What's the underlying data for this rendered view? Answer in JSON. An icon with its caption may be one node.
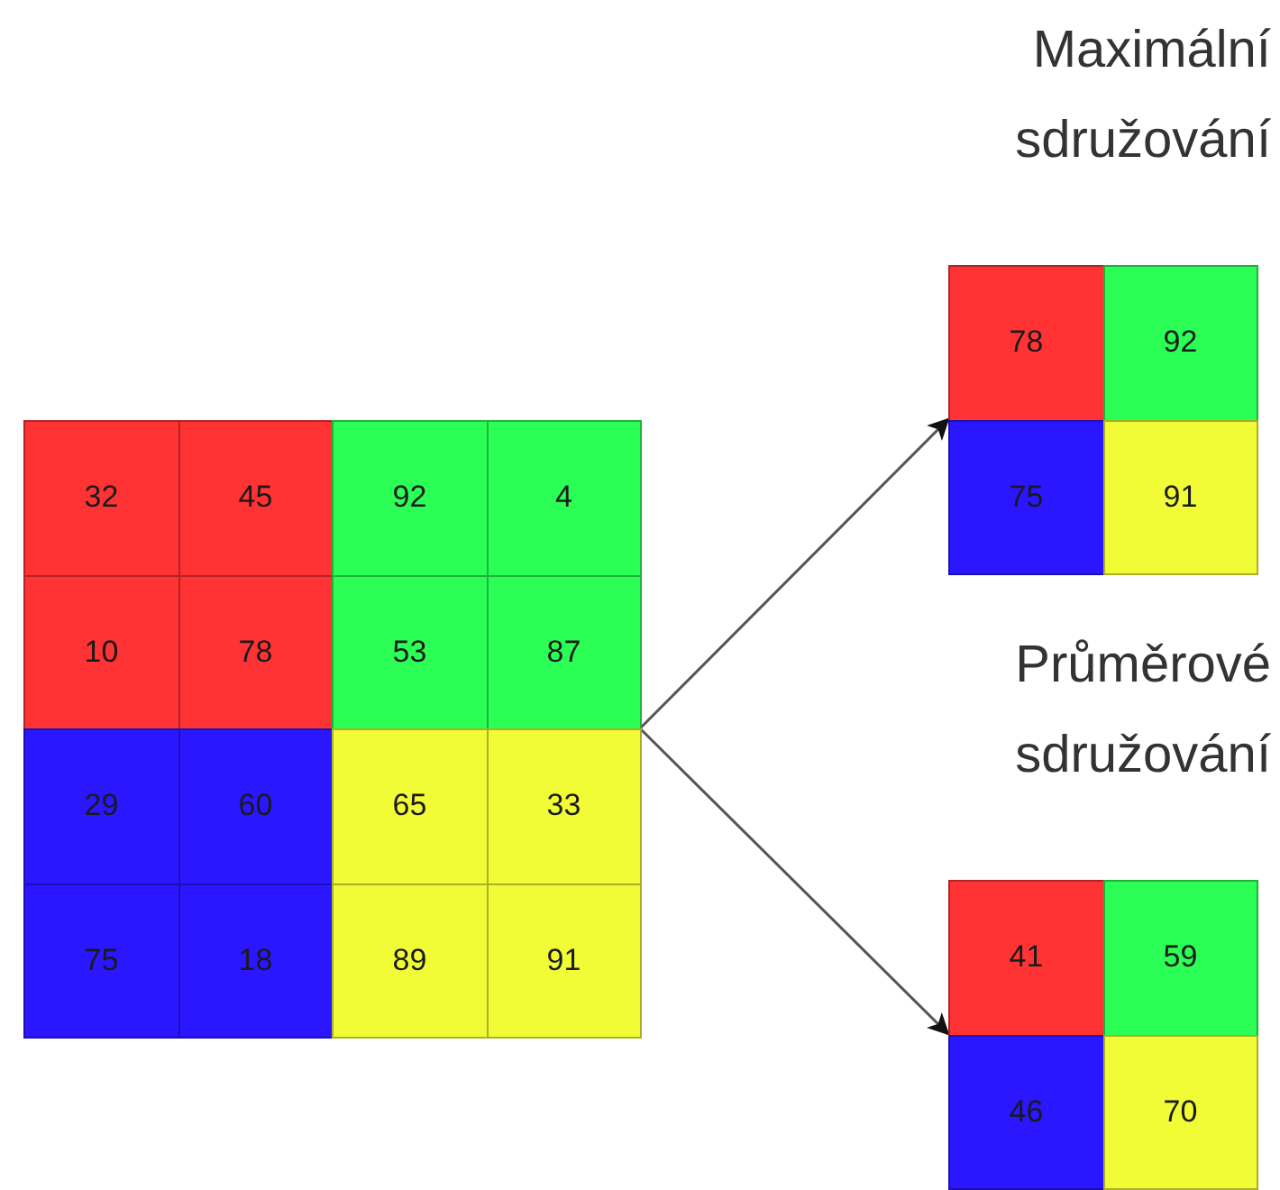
{
  "diagram": {
    "nodes": [
      {
        "text": [],
        "shape": "box"
      },
      {
        "text": [
          "32"
        ],
        "in": 0
      },
      {
        "text": [
          "45"
        ],
        "in": 0
      },
      {
        "text": [
          "92"
        ],
        "in": 0
      },
      {
        "text": [
          "4"
        ],
        "in": 0
      },
      {
        "text": [
          "10"
        ],
        "in": 0
      },
      {
        "text": [
          "78"
        ],
        "in": 0
      },
      {
        "text": [
          "53"
        ],
        "in": 0
      },
      {
        "text": [
          "87"
        ],
        "in": 0
      },
      {
        "text": [
          "29"
        ],
        "in": 0
      },
      {
        "text": [
          "60"
        ],
        "in": 0
      },
      {
        "text": [
          "65"
        ],
        "in": 0
      },
      {
        "text": [
          "33"
        ],
        "in": 0
      },
      {
        "text": [
          "75"
        ],
        "in": 0
      },
      {
        "text": [
          "18"
        ],
        "in": 0
      },
      {
        "text": [
          "89"
        ],
        "in": 0
      },
      {
        "text": [
          "91"
        ],
        "in": 0
      },
      {
        "text": [
          "Maximální sdružování"
        ]
      },
      {
        "text": [
          "78"
        ],
        "in": 17
      },
      {
        "text": [
          "92"
        ],
        "in": 17
      },
      {
        "text": [
          "75"
        ],
        "in": 17
      },
      {
        "text": [
          "91"
        ],
        "in": 17
      },
      {
        "text": [
          "Průměrové sdružování"
        ]
      },
      {
        "text": [
          "41"
        ],
        "in": 22
      },
      {
        "text": [
          "59"
        ],
        "in": 22
      },
      {
        "text": [
          "46"
        ],
        "in": 22
      },
      {
        "text": [
          "70"
        ],
        "in": 22
      }
    ],
    "edges": [
      {
        "from": 0,
        "to": 17,
        "arrow": "to"
      },
      {
        "from": 0,
        "to": 22,
        "arrow": "to"
      }
    ]
  }
}
